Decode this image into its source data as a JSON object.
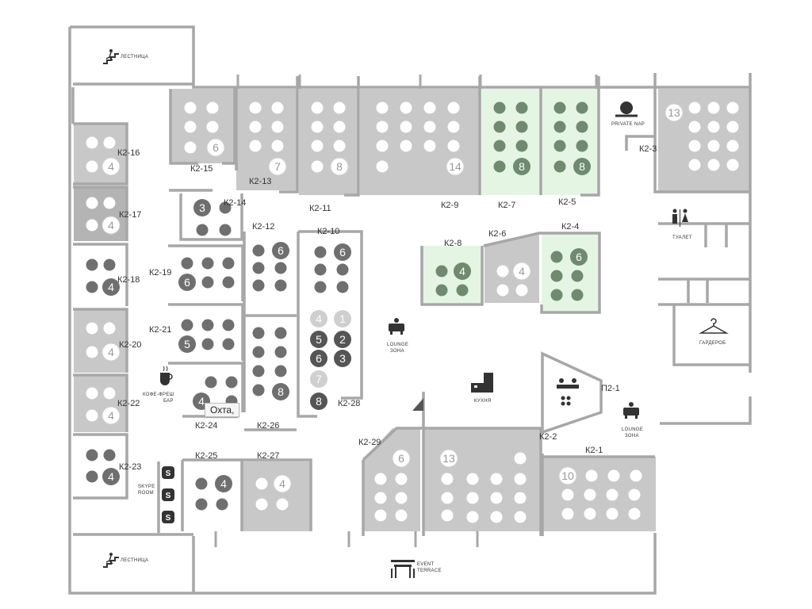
{
  "colors": {
    "occupied_room": "#c8c8c8",
    "free_room": "#e4f5e4",
    "free_room_stroke": "#bfe0bf",
    "wall": "#a7a7a7",
    "seat_white": "#ffffff",
    "seat_dark": "#6f6f6f",
    "seat_green": "#6f8a6f"
  },
  "stairs": [
    {
      "id": "stairs-top",
      "label": "ЛЕСТНИЦА",
      "icon": "stairs-icon"
    },
    {
      "id": "stairs-bottom",
      "label": "ЛЕСТНИЦА",
      "icon": "stairs-icon"
    }
  ],
  "amenities": {
    "private_nap": "PRIVATE NAP",
    "toilet": "ТУАЛЕТ",
    "wardrobe": "ГАРДЕРОБ",
    "lounge_1_line1": "LOUNGE",
    "lounge_1_line2": "ЗОНА",
    "lounge_2_line1": "LOUNGE",
    "lounge_2_line2": "ЗОНА",
    "kitchen": "КУХНЯ",
    "coffee_line1": "КОФЕ-ФРЕШ",
    "coffee_line2": "БАР",
    "skype_line1": "SKYPE",
    "skype_line2": "ROOM",
    "terrace_line1": "EVENT",
    "terrace_line2": "TERRACE"
  },
  "tooltip": "Охта,",
  "offices": [
    {
      "id": "K2-16",
      "label": "К2-16",
      "seats": "4",
      "status": "occupied"
    },
    {
      "id": "K2-17",
      "label": "К2-17",
      "seats": "4",
      "status": "occupied-dark"
    },
    {
      "id": "K2-18",
      "label": "К2-18",
      "seats": "4",
      "status": "free"
    },
    {
      "id": "K2-20",
      "label": "К2-20",
      "seats": "4",
      "status": "occupied"
    },
    {
      "id": "K2-22",
      "label": "К2-22",
      "seats": "4",
      "status": "occupied"
    },
    {
      "id": "K2-23",
      "label": "К2-23",
      "seats": "4",
      "status": "free"
    },
    {
      "id": "K2-15",
      "label": "К2-15",
      "seats": "6",
      "status": "occupied"
    },
    {
      "id": "K2-13",
      "label": "К2-13",
      "seats": "7",
      "status": "occupied"
    },
    {
      "id": "K2-11",
      "label": "К2-11",
      "seats": "8",
      "status": "occupied"
    },
    {
      "id": "K2-9",
      "label": "К2-9",
      "seats": "14",
      "status": "occupied"
    },
    {
      "id": "K2-7",
      "label": "К2-7",
      "seats": "8",
      "status": "available"
    },
    {
      "id": "K2-5",
      "label": "К2-5",
      "seats": "8",
      "status": "available"
    },
    {
      "id": "K2-3",
      "label": "К2-3",
      "seats": "13",
      "status": "occupied"
    },
    {
      "id": "K2-14",
      "label": "К2-14",
      "seats": "3",
      "status": "free"
    },
    {
      "id": "K2-12",
      "label": "К2-12",
      "seats": "6",
      "status": "free"
    },
    {
      "id": "K2-10",
      "label": "К2-10",
      "seats": "6",
      "status": "free"
    },
    {
      "id": "K2-19",
      "label": "К2-19",
      "seats": "6",
      "status": "free"
    },
    {
      "id": "K2-21",
      "label": "К2-21",
      "seats": "5",
      "status": "free"
    },
    {
      "id": "K2-24",
      "label": "К2-24",
      "seats": "4",
      "status": "free"
    },
    {
      "id": "K2-26",
      "label": "К2-26",
      "seats": "8",
      "status": "free"
    },
    {
      "id": "K2-28",
      "label": "К2-28",
      "seats": "",
      "status": "free"
    },
    {
      "id": "K2-8",
      "label": "К2-8",
      "seats": "4",
      "status": "available"
    },
    {
      "id": "K2-6",
      "label": "К2-6",
      "seats": "4",
      "status": "occupied"
    },
    {
      "id": "K2-4",
      "label": "К2-4",
      "seats": "6",
      "status": "available"
    },
    {
      "id": "K2-25",
      "label": "К2-25",
      "seats": "4",
      "status": "free"
    },
    {
      "id": "K2-27",
      "label": "К2-27",
      "seats": "4",
      "status": "occupied"
    },
    {
      "id": "K2-29",
      "label": "К2-29",
      "seats": "6",
      "status": "occupied"
    },
    {
      "id": "K2-29b",
      "label": "",
      "seats": "13",
      "status": "occupied"
    },
    {
      "id": "K2-2",
      "label": "К2-2",
      "seats": "",
      "status": "free"
    },
    {
      "id": "K2-1",
      "label": "К2-1",
      "seats": "10",
      "status": "occupied"
    },
    {
      "id": "P2-1",
      "label": "П2-1",
      "seats": "",
      "status": "meeting"
    }
  ],
  "k228_seats": [
    "4",
    "1",
    "5",
    "2",
    "6",
    "3",
    "7",
    "8"
  ]
}
